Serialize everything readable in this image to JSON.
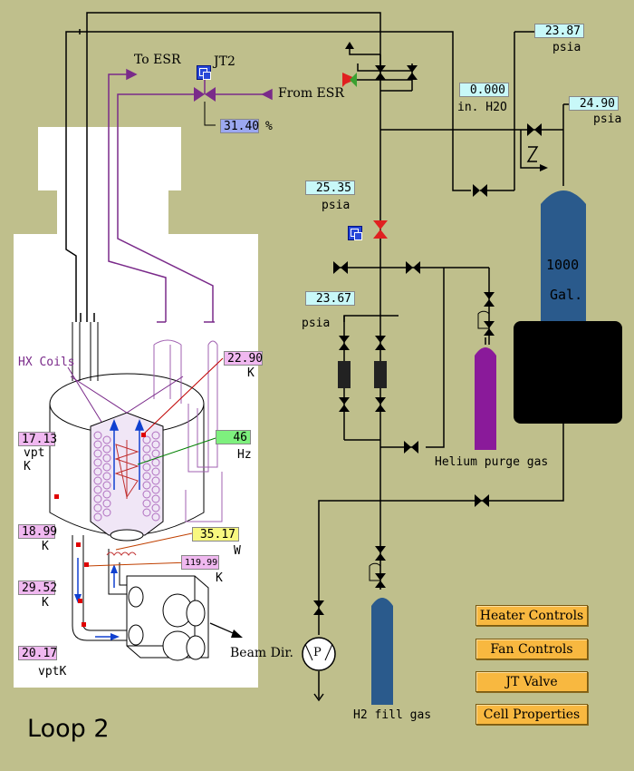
{
  "loop_title": "Loop 2",
  "flows": {
    "to_esr": "To ESR",
    "from_esr": "From ESR",
    "jt2": "JT2"
  },
  "jt_valve_position": {
    "value": "31.40",
    "unit": "%"
  },
  "pressures": {
    "top": {
      "value": "23.87",
      "unit": "psia"
    },
    "dp": {
      "value": "0.000",
      "unit": "in. H2O"
    },
    "tank": {
      "value": "24.90",
      "unit": "psia"
    },
    "mid": {
      "value": "25.35",
      "unit": "psia"
    },
    "lower": {
      "value": "23.67",
      "unit": "psia"
    }
  },
  "cell": {
    "hx_label": "HX Coils",
    "temp_top_right": {
      "value": "22.90",
      "unit": "K"
    },
    "temp_left_vpt": {
      "value": "17.13",
      "unit_line1": "vpt",
      "unit_line2": "K"
    },
    "fan_freq": {
      "value": "46",
      "unit": "Hz"
    },
    "heater_power": {
      "value": "35.17",
      "unit": "W"
    },
    "temp_heater": {
      "value": "119.99",
      "unit": "K"
    },
    "temp_a": {
      "value": "18.99",
      "unit": "K"
    },
    "temp_b": {
      "value": "29.52",
      "unit": "K"
    },
    "temp_bottom_vpt": {
      "value": "20.17",
      "unit": "vptK"
    },
    "beam_label": "Beam Dir."
  },
  "tank_label": {
    "line1": "1000",
    "line2": "Gal."
  },
  "gas": {
    "helium": "Helium purge gas",
    "h2": "H2 fill gas"
  },
  "pump_label": "P",
  "buttons": {
    "heater": "Heater Controls",
    "fan": "Fan Controls",
    "jt": "JT Valve",
    "cell": "Cell Properties"
  },
  "colors": {
    "background": "#bfbf8c",
    "pipe": "#000000",
    "esr_line": "#7a2a8a",
    "tank": "#2a5a8c",
    "helium_bottle": "#8a1a9a",
    "button": "#f8b840"
  }
}
